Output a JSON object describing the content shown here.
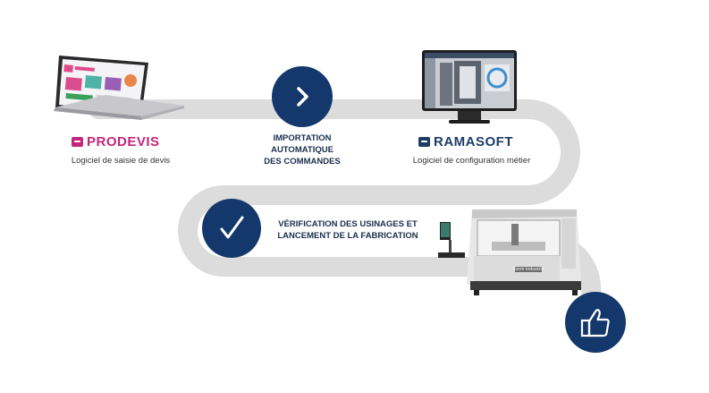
{
  "step1": {
    "brand": "PRODEVIS",
    "brand_color": "#c2277a",
    "caption": "Logiciel de saisie de devis"
  },
  "step2": {
    "lines": [
      "IMPORTATION",
      "AUTOMATIQUE",
      "DES COMMANDES"
    ],
    "icon": "chevron-right-icon"
  },
  "step3": {
    "brand": "RAMASOFT",
    "brand_color": "#1d3d66",
    "caption": "Logiciel de configuration métier"
  },
  "step4": {
    "lines": [
      "VÉRIFICATION DES USINAGES ET",
      "LANCEMENT DE LA FABRICATION"
    ],
    "icon": "checkmark-icon"
  },
  "step5": {
    "icon": "thumbs-up-icon",
    "machine_label": "Ferm industrie"
  },
  "colors": {
    "road": "#dcdcdc",
    "circle": "#14386b"
  }
}
